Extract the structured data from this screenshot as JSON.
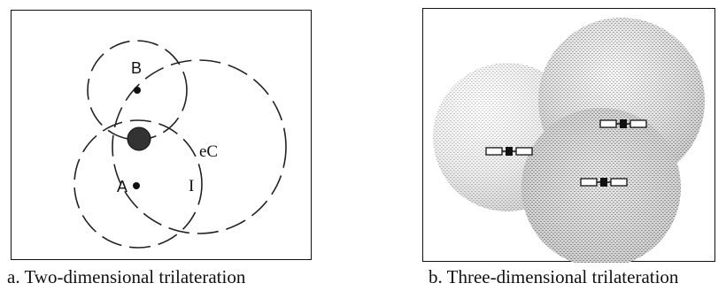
{
  "panel_a": {
    "caption": "a. Two-dimensional trilateration",
    "labels": {
      "b": "B",
      "a": "A",
      "c": "eC",
      "i": "I"
    }
  },
  "panel_b": {
    "caption": "b. Three-dimensional trilateration"
  }
}
